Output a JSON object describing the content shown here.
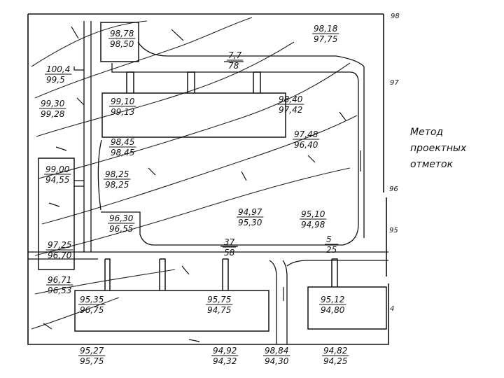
{
  "caption": [
    "Метод",
    "проектных",
    "отметок"
  ],
  "side_marks": [
    "98",
    "97",
    "96",
    "95",
    "4"
  ],
  "elevations": [
    {
      "top": "98,78",
      "bottom": "98,50"
    },
    {
      "top": "98,18",
      "bottom": "97,75"
    },
    {
      "top": "100,4",
      "bottom": "99,5"
    },
    {
      "top": "99,10",
      "bottom": "99,13"
    },
    {
      "top": "98,40",
      "bottom": "97,42"
    },
    {
      "top": "99,30",
      "bottom": "99,28"
    },
    {
      "top": "98,45",
      "bottom": "98,45"
    },
    {
      "top": "97,48",
      "bottom": "96,40"
    },
    {
      "top": "99,00",
      "bottom": "94,55"
    },
    {
      "top": "98,25",
      "bottom": "98,25"
    },
    {
      "top": "96,30",
      "bottom": "96,55"
    },
    {
      "top": "94,97",
      "bottom": "95,30"
    },
    {
      "top": "95,10",
      "bottom": "94,98"
    },
    {
      "top": "97,25",
      "bottom": "96,70"
    },
    {
      "top": "96,71",
      "bottom": "96,53"
    },
    {
      "top": "95,35",
      "bottom": "96,75"
    },
    {
      "top": "95,75",
      "bottom": "94,75"
    },
    {
      "top": "95,12",
      "bottom": "94,80"
    },
    {
      "top": "95,27",
      "bottom": "95,75"
    },
    {
      "top": "94,92",
      "bottom": "94,32"
    },
    {
      "top": "98,84",
      "bottom": "94,30"
    },
    {
      "top": "94,82",
      "bottom": "94,25"
    }
  ],
  "slopes": [
    {
      "top": "7,7",
      "bottom": "78"
    },
    {
      "top": "37",
      "bottom": "58"
    },
    {
      "top": "5",
      "bottom": "25"
    }
  ]
}
